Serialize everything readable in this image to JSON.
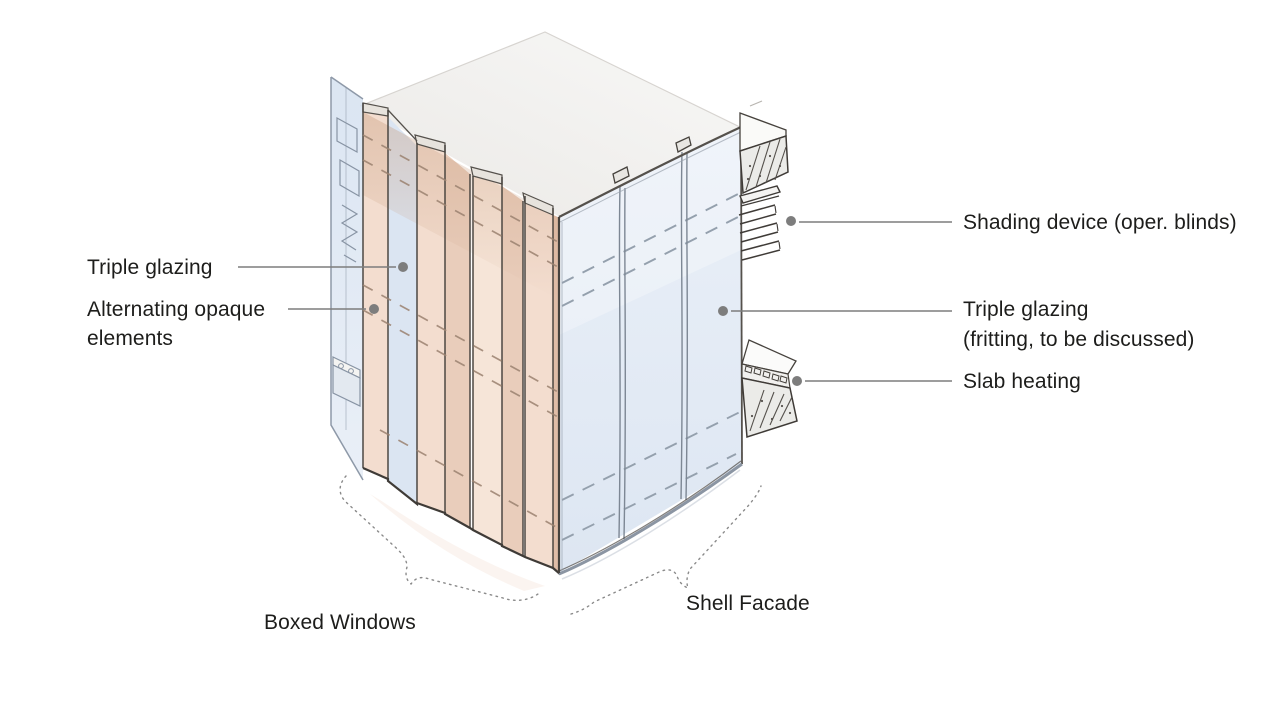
{
  "labels": {
    "triple_glazing_left": "Triple glazing",
    "alternating_opaque": "Alternating opaque\nelements",
    "shading_device": "Shading device (oper. blinds)",
    "triple_glazing_fritting": "Triple glazing\n(fritting, to be discussed)",
    "slab_heating": "Slab heating",
    "boxed_windows": "Boxed Windows",
    "shell_facade": "Shell Facade"
  },
  "colors": {
    "roof_gray": "#f0efed",
    "back_pane_blue": "#d6e1f0",
    "glazing_blue": "#dbe5f2",
    "glazing_blue_pale": "#e6edf6",
    "opaque_peach": "#f3ddcf",
    "opaque_peach_light": "#f6e5d8",
    "opaque_peach_dark": "#e9cdbb",
    "opaque_peach_deep": "#e0bda7",
    "cap_gray": "#e7e3dd",
    "concrete_fill": "#ebebe8",
    "pencil": "#46423d",
    "mullion_gray": "#7d8794",
    "leader": "#7d7d7d",
    "brace": "#8a8a8a",
    "text": "#1d1d1b"
  }
}
